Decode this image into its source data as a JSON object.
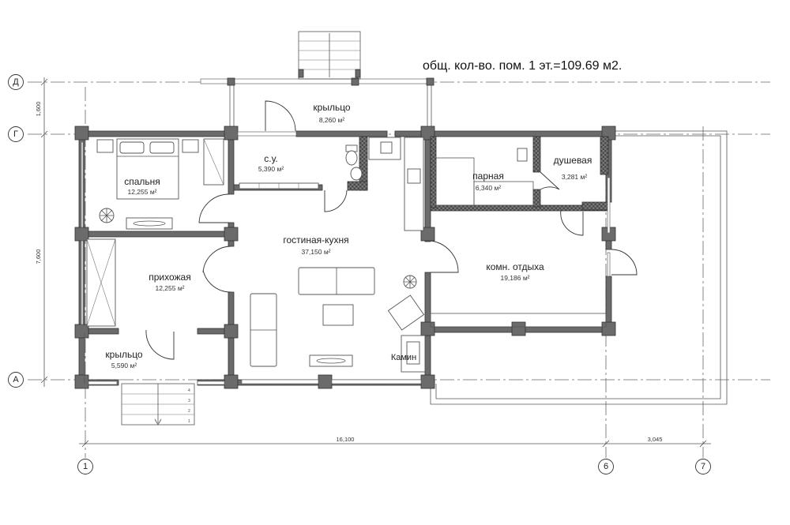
{
  "total_area": "общ. кол-во. пом. 1 эт.=109.69 м2.",
  "rooms": {
    "porch_top": {
      "name": "крыльцо",
      "area": "8,260 м²"
    },
    "bathroom": {
      "name": "с.у.",
      "area": "5,390 м²"
    },
    "bedroom": {
      "name": "спальня",
      "area": "12,255 м²"
    },
    "living": {
      "name": "гостиная-кухня",
      "area": "37,150 м²"
    },
    "hall": {
      "name": "прихожая",
      "area": "12,255 м²"
    },
    "porch_bottom": {
      "name": "крыльцо",
      "area": "5,590 м²"
    },
    "sauna": {
      "name": "парная",
      "area": "6,340 м²"
    },
    "shower": {
      "name": "душевая",
      "area": "3,281 м²"
    },
    "rest": {
      "name": "комн. отдыха",
      "area": "19,186 м²"
    },
    "fireplace": {
      "name": "Камин"
    }
  },
  "axes": {
    "d": "Д",
    "g": "Г",
    "a": "А",
    "n1": "1",
    "n6": "6",
    "n7": "7"
  },
  "dimensions": {
    "top_depth": "1,600",
    "main_depth": "7,600",
    "main_width": "16,100",
    "terrace_width": "3,045"
  },
  "stairs_bottom": [
    "1",
    "2",
    "3",
    "4"
  ]
}
